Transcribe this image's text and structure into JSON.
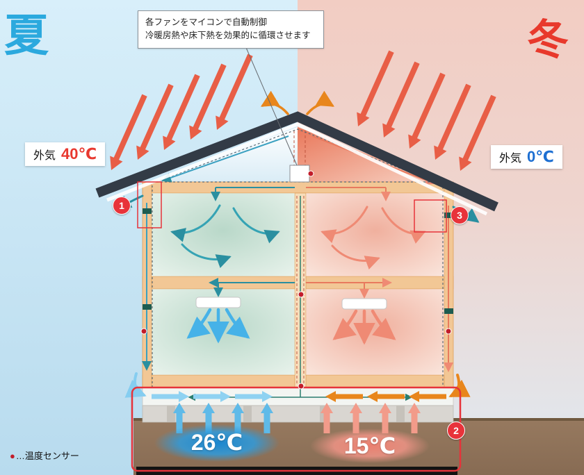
{
  "seasons": {
    "left": "夏",
    "right": "冬"
  },
  "callout": {
    "line1": "各ファンをマイコンで自動制御",
    "line2": "冷暖房熱や床下熱を効果的に循環させます"
  },
  "outside_air": {
    "left": {
      "label": "外気",
      "temp": "40℃"
    },
    "right": {
      "label": "外気",
      "temp": "0℃"
    }
  },
  "underfloor": {
    "left_temp": "26℃",
    "right_temp": "15℃"
  },
  "legend": {
    "marker": "●",
    "text": "…温度センサー"
  },
  "badges": {
    "one": "1",
    "two": "2",
    "three": "3"
  },
  "colors": {
    "summer_blue": "#2ba9de",
    "winter_red": "#e8392c",
    "badge_red": "#e8333a",
    "hot_temp_red": "#e8382f",
    "cold_temp_blue": "#1d6fd2",
    "sun_ray_red": "#e85e46",
    "structure_tan": "#f2c795",
    "airflow_teal": "#2a8fa0",
    "airflow_blue": "#46b2e8",
    "airflow_coral": "#ef8a74",
    "airflow_orange": "#e8861c"
  }
}
